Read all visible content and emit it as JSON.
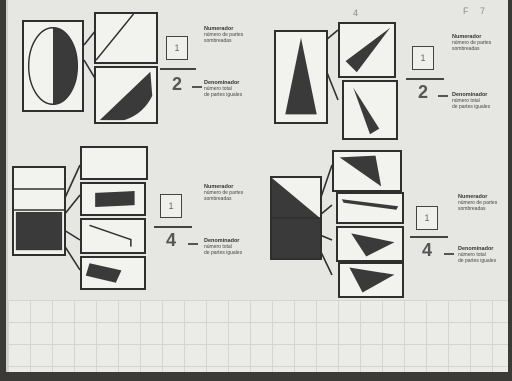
{
  "header": {
    "marks": [
      "4",
      "F",
      "7"
    ]
  },
  "panels": [
    {
      "numerator": "1",
      "denominator": "2",
      "numerator_label": {
        "title": "Numerador",
        "lines": [
          "número de partes",
          "sombreadas"
        ]
      },
      "denominator_label": {
        "title": "Denominador",
        "lines": [
          "número total",
          "de partes iguales"
        ]
      }
    },
    {
      "numerator": "1",
      "denominator": "2",
      "numerator_label": {
        "title": "Numerador",
        "lines": [
          "número de partes",
          "sombreadas"
        ]
      },
      "denominator_label": {
        "title": "Denominador",
        "lines": [
          "número total",
          "de partes iguales"
        ]
      }
    },
    {
      "numerator": "1",
      "denominator": "4",
      "numerator_label": {
        "title": "Numerador",
        "lines": [
          "número de partes",
          "sombreadas"
        ]
      },
      "denominator_label": {
        "title": "Denominador",
        "lines": [
          "número total",
          "de partes iguales"
        ]
      }
    },
    {
      "numerator": "1",
      "denominator": "4",
      "numerator_label": {
        "title": "Numerador",
        "lines": [
          "número de partes",
          "sombreadas"
        ]
      },
      "denominator_label": {
        "title": "Denominador",
        "lines": [
          "número total",
          "de partes iguales"
        ]
      }
    }
  ],
  "colors": {
    "shade": "#3a3a3a",
    "paper": "#e6e7e2",
    "outline": "#2f2f2f"
  }
}
